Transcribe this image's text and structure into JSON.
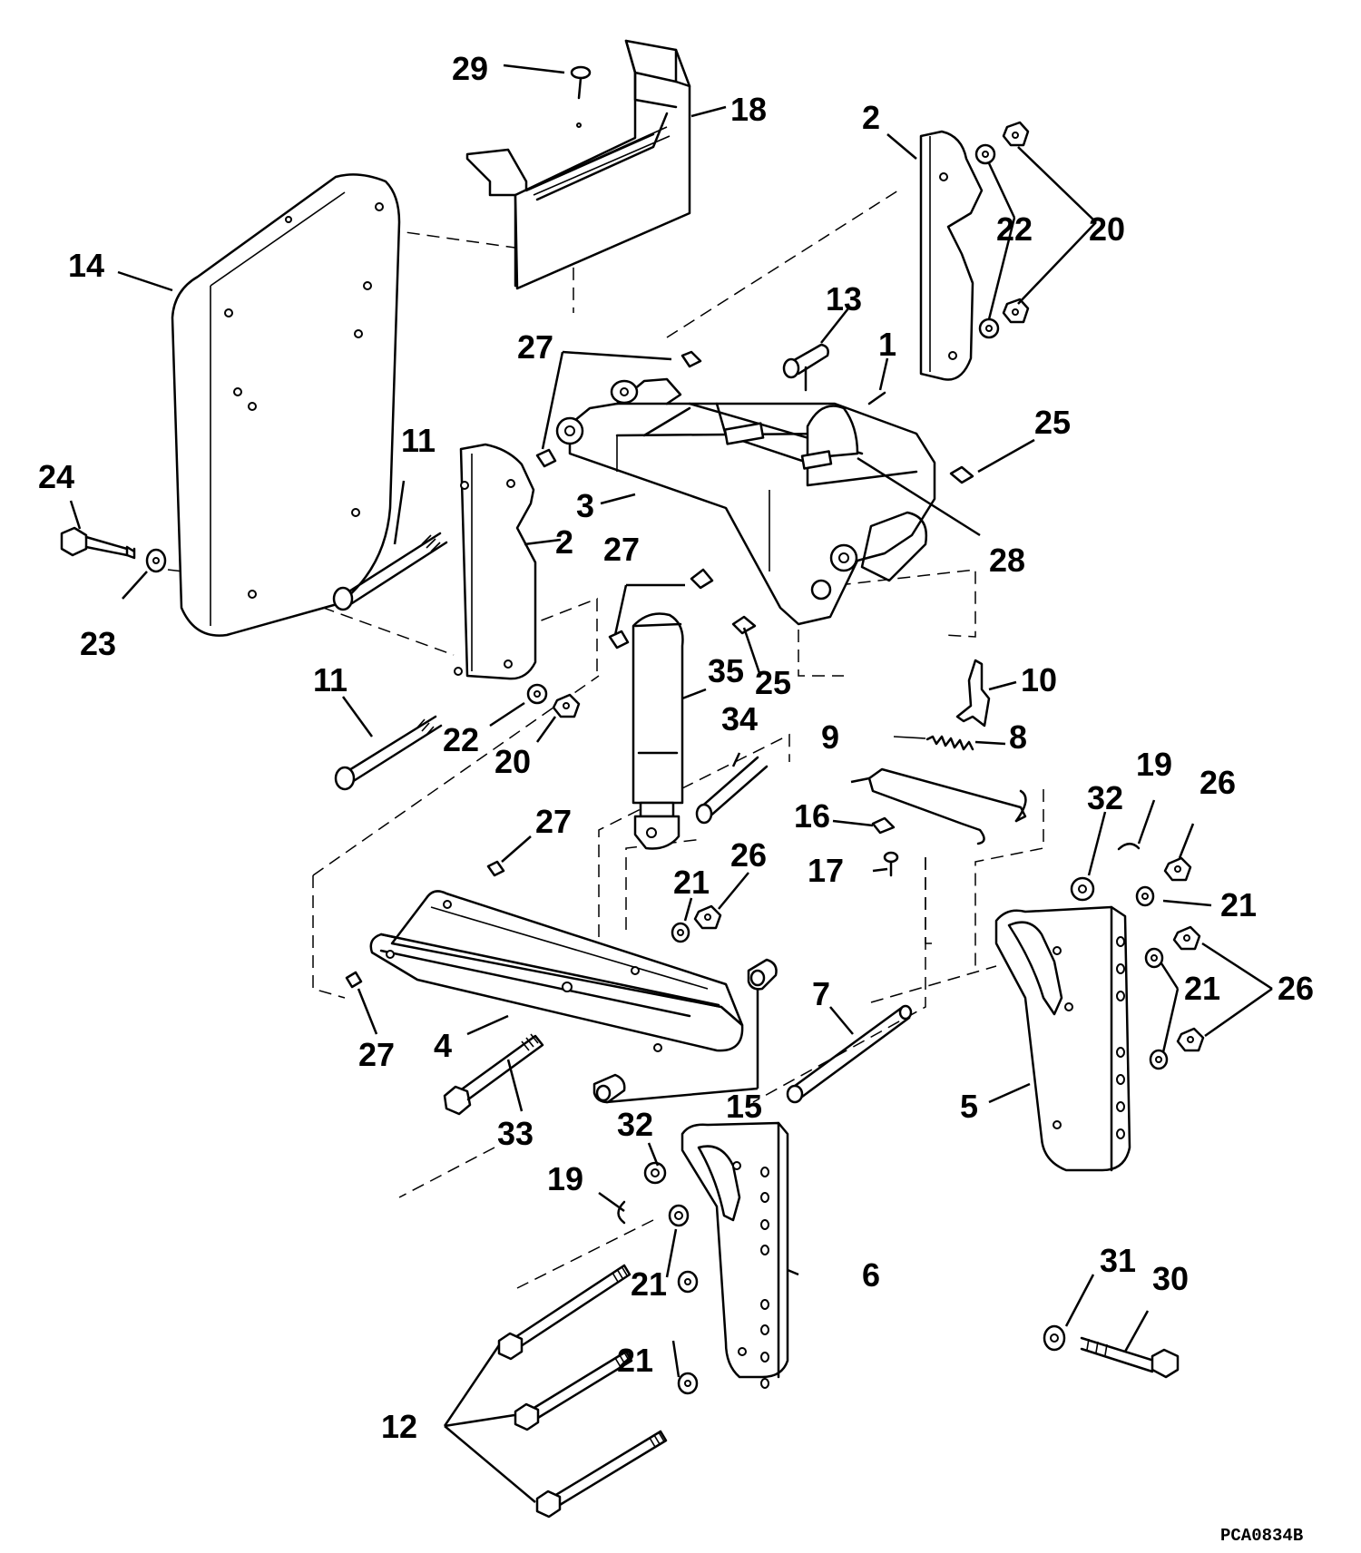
{
  "diagram": {
    "drawing_code": "PCA0834B",
    "callouts": [
      {
        "id": "c29",
        "text": "29"
      },
      {
        "id": "c18",
        "text": "18"
      },
      {
        "id": "c2a",
        "text": "2"
      },
      {
        "id": "c22a",
        "text": "22"
      },
      {
        "id": "c20a",
        "text": "20"
      },
      {
        "id": "c14",
        "text": "14"
      },
      {
        "id": "c13",
        "text": "13"
      },
      {
        "id": "c1",
        "text": "1"
      },
      {
        "id": "c27a",
        "text": "27"
      },
      {
        "id": "c25a",
        "text": "25"
      },
      {
        "id": "c11a",
        "text": "11"
      },
      {
        "id": "c24",
        "text": "24"
      },
      {
        "id": "c3",
        "text": "3"
      },
      {
        "id": "c2b",
        "text": "2"
      },
      {
        "id": "c27b",
        "text": "27"
      },
      {
        "id": "c28",
        "text": "28"
      },
      {
        "id": "c23",
        "text": "23"
      },
      {
        "id": "c35",
        "text": "35"
      },
      {
        "id": "c25b",
        "text": "25"
      },
      {
        "id": "c10",
        "text": "10"
      },
      {
        "id": "c11b",
        "text": "11"
      },
      {
        "id": "c34",
        "text": "34"
      },
      {
        "id": "c9",
        "text": "9"
      },
      {
        "id": "c8",
        "text": "8"
      },
      {
        "id": "c22b",
        "text": "22"
      },
      {
        "id": "c20b",
        "text": "20"
      },
      {
        "id": "c27c",
        "text": "27"
      },
      {
        "id": "c16",
        "text": "16"
      },
      {
        "id": "c19a",
        "text": "19"
      },
      {
        "id": "c32a",
        "text": "32"
      },
      {
        "id": "c26a",
        "text": "26"
      },
      {
        "id": "c17",
        "text": "17"
      },
      {
        "id": "c21a",
        "text": "21"
      },
      {
        "id": "c26b",
        "text": "26"
      },
      {
        "id": "c21b",
        "text": "21"
      },
      {
        "id": "c26c",
        "text": "26"
      },
      {
        "id": "c21c",
        "text": "21"
      },
      {
        "id": "c7",
        "text": "7"
      },
      {
        "id": "c27d",
        "text": "27"
      },
      {
        "id": "c4",
        "text": "4"
      },
      {
        "id": "c15",
        "text": "15"
      },
      {
        "id": "c5",
        "text": "5"
      },
      {
        "id": "c33",
        "text": "33"
      },
      {
        "id": "c32b",
        "text": "32"
      },
      {
        "id": "c19b",
        "text": "19"
      },
      {
        "id": "c6",
        "text": "6"
      },
      {
        "id": "c21d",
        "text": "21"
      },
      {
        "id": "c31",
        "text": "31"
      },
      {
        "id": "c30",
        "text": "30"
      },
      {
        "id": "c21e",
        "text": "21"
      },
      {
        "id": "c12",
        "text": "12"
      }
    ]
  }
}
